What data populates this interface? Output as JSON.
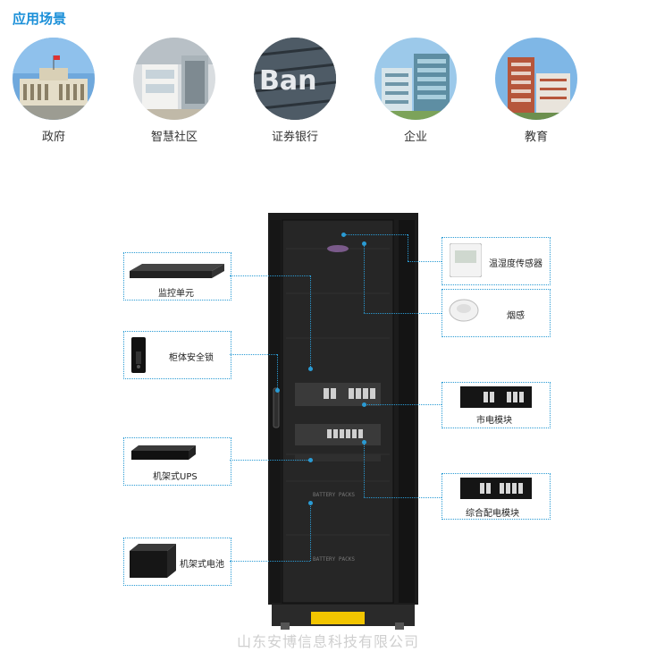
{
  "header": {
    "title": "应用场景"
  },
  "scenes": [
    {
      "label": "政府",
      "icon": "government-building-photo"
    },
    {
      "label": "智慧社区",
      "icon": "smart-community-photo"
    },
    {
      "label": "证券银行",
      "icon": "bank-photo"
    },
    {
      "label": "企业",
      "icon": "enterprise-office-photo"
    },
    {
      "label": "教育",
      "icon": "education-campus-photo"
    }
  ],
  "components": {
    "monitor_unit": "监控单元",
    "cabinet_lock": "柜体安全锁",
    "rack_ups": "机架式UPS",
    "rack_battery": "机架式电池",
    "temp_humidity_sensor": "温湿度传感器",
    "smoke_sensor": "烟感",
    "mains_module": "市电模块",
    "pdu_module": "综合配电模块"
  },
  "cabinet": {
    "battery_label_1": "BATTERY PACKS",
    "battery_label_2": "BATTERY PACKS"
  },
  "footer": {
    "watermark": "山东安博信息科技有限公司"
  },
  "colors": {
    "accent": "#1a8fd8",
    "dotted_line": "#2a9bd4",
    "cabinet": "#1c1c1c"
  }
}
